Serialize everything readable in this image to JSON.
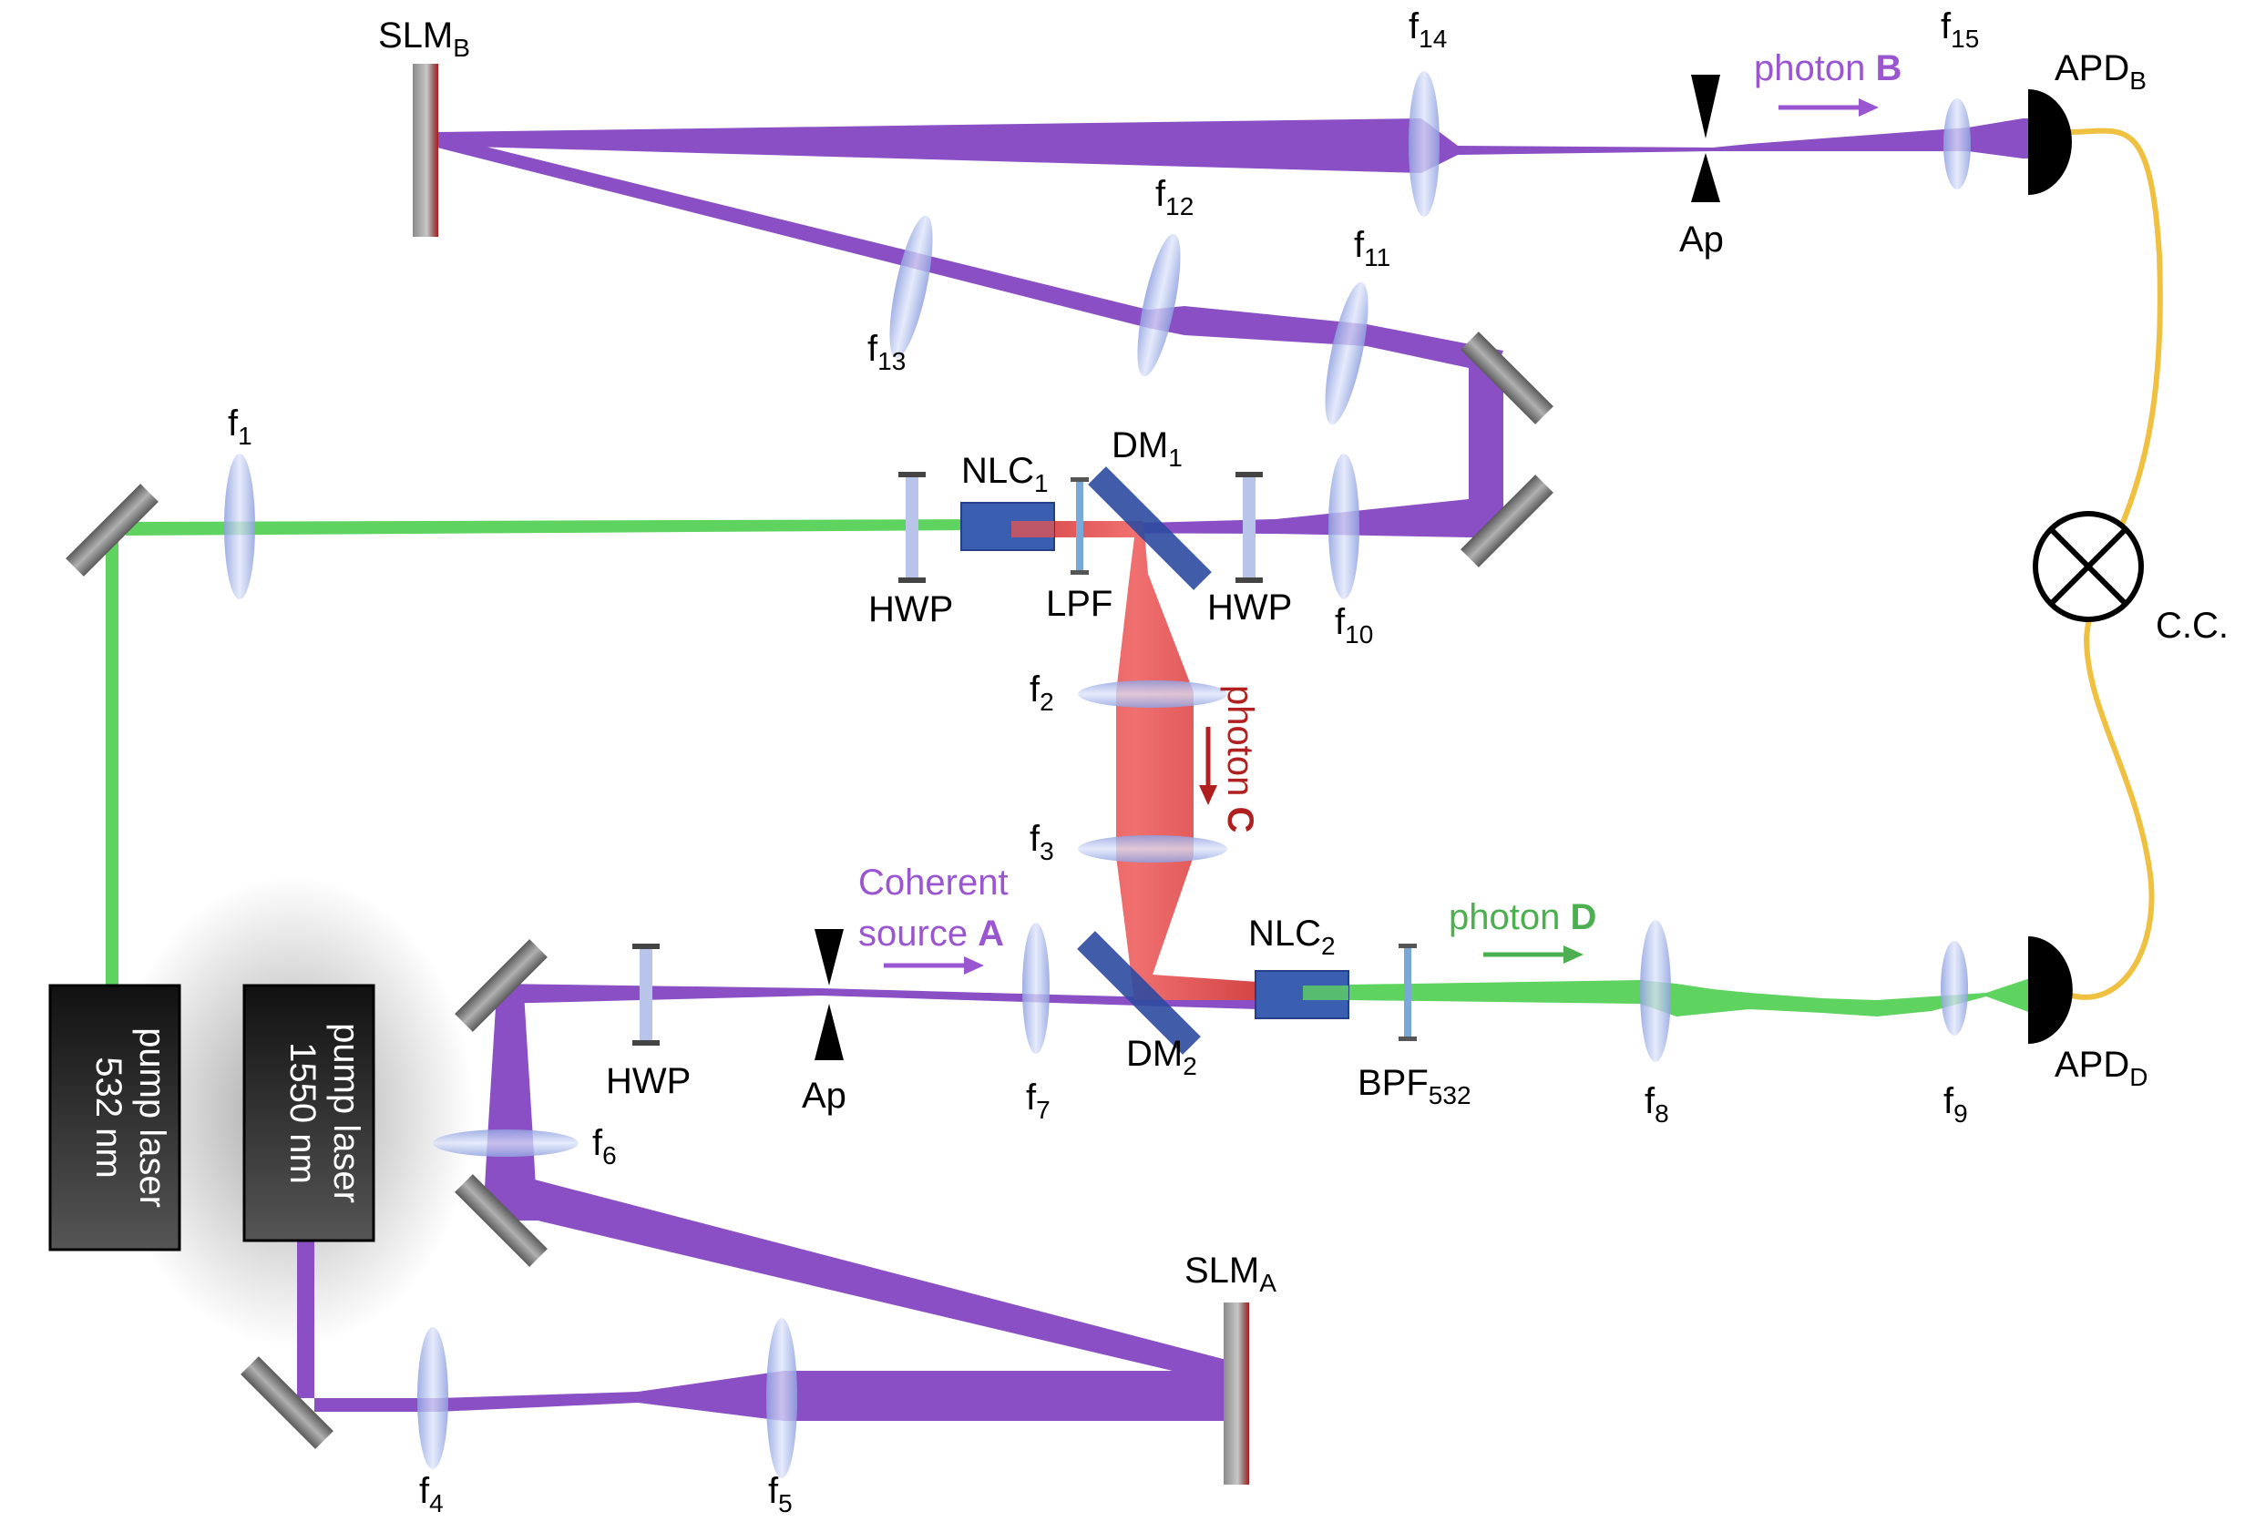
{
  "colors": {
    "purple": "#8a4fc4",
    "green": "#5fd35f",
    "red": "#e05555",
    "yellow_fiber": "#f0c040",
    "lens": "#a9b6e6",
    "mirror": "#7a7a7a",
    "crystal": "#3a5fb0",
    "dichroic": "#2c4aa0",
    "photon_b_text": "#9a55d0",
    "photon_c_text": "#b02020",
    "photon_d_text": "#4caf50",
    "laser_box": "#222222"
  },
  "icons": [
    "mirror-icon",
    "lens-icon",
    "waveplate-icon",
    "aperture-icon",
    "detector-icon",
    "coincidence-counter-icon",
    "crystal-icon",
    "dichroic-mirror-icon",
    "slm-icon",
    "filter-icon"
  ],
  "lasers": {
    "l532_line1": "532 nm",
    "l532_line2": "pump laser",
    "l1550_line1": "1550 nm",
    "l1550_line2": "pump laser"
  },
  "labels": {
    "slm_b": {
      "main": "SLM",
      "sub": "B"
    },
    "slm_a": {
      "main": "SLM",
      "sub": "A"
    },
    "apd_b": {
      "main": "APD",
      "sub": "B"
    },
    "apd_d": {
      "main": "APD",
      "sub": "D"
    },
    "cc": "C.C.",
    "nlc1": {
      "main": "NLC",
      "sub": "1"
    },
    "nlc2": {
      "main": "NLC",
      "sub": "2"
    },
    "dm1": {
      "main": "DM",
      "sub": "1"
    },
    "dm2": {
      "main": "DM",
      "sub": "2"
    },
    "hwp_1": "HWP",
    "hwp_2": "HWP",
    "hwp_3": "HWP",
    "lpf": "LPF",
    "bpf": {
      "main": "BPF",
      "sub": "532"
    },
    "ap_top": "Ap",
    "ap_bottom": "Ap",
    "f1": {
      "main": "f",
      "sub": "1"
    },
    "f2": {
      "main": "f",
      "sub": "2"
    },
    "f3": {
      "main": "f",
      "sub": "3"
    },
    "f4": {
      "main": "f",
      "sub": "4"
    },
    "f5": {
      "main": "f",
      "sub": "5"
    },
    "f6": {
      "main": "f",
      "sub": "6"
    },
    "f7": {
      "main": "f",
      "sub": "7"
    },
    "f8": {
      "main": "f",
      "sub": "8"
    },
    "f9": {
      "main": "f",
      "sub": "9"
    },
    "f10": {
      "main": "f",
      "sub": "10"
    },
    "f11": {
      "main": "f",
      "sub": "11"
    },
    "f12": {
      "main": "f",
      "sub": "12"
    },
    "f13": {
      "main": "f",
      "sub": "13"
    },
    "f14": {
      "main": "f",
      "sub": "14"
    },
    "f15": {
      "main": "f",
      "sub": "15"
    }
  },
  "photons": {
    "b": {
      "text": "photon ",
      "letter": "B"
    },
    "c": {
      "text": "photon ",
      "letter": "C"
    },
    "d": {
      "text": "photon ",
      "letter": "D"
    },
    "a_line1": "Coherent",
    "a_line2": "source ",
    "a_letter": "A"
  }
}
